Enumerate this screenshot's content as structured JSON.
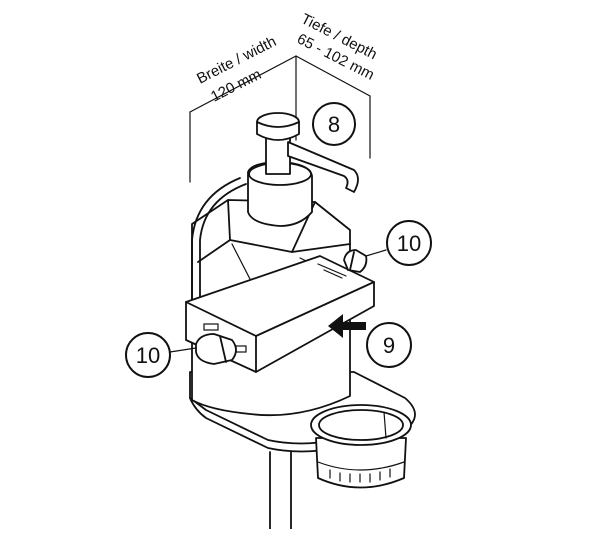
{
  "dimensions": {
    "width_label": "Breite / width",
    "width_value": "120 mm",
    "depth_label": "Tiefe / depth",
    "depth_value": "65 - 102 mm"
  },
  "callouts": [
    {
      "label": "8"
    },
    {
      "label": "10"
    },
    {
      "label": "9"
    },
    {
      "label": "10"
    }
  ]
}
